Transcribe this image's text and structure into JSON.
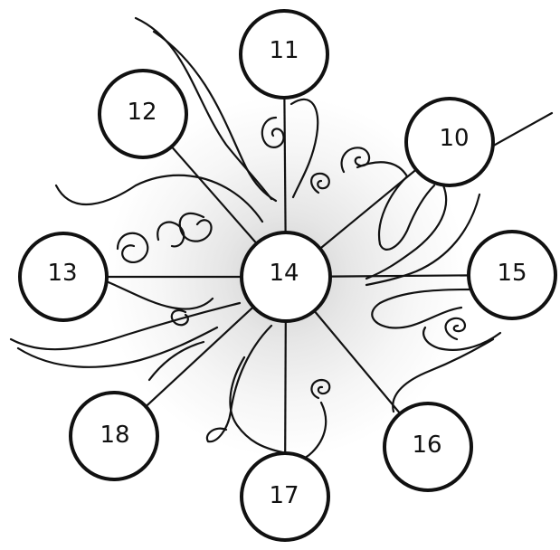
{
  "diagram": {
    "center": {
      "id": "center",
      "label": "14"
    },
    "spokes": [
      {
        "id": "north",
        "label": "11"
      },
      {
        "id": "northeast",
        "label": "10"
      },
      {
        "id": "east",
        "label": "15"
      },
      {
        "id": "southeast",
        "label": "16"
      },
      {
        "id": "south",
        "label": "17"
      },
      {
        "id": "southwest",
        "label": "18"
      },
      {
        "id": "west",
        "label": "13"
      },
      {
        "id": "northwest",
        "label": "12"
      }
    ]
  }
}
